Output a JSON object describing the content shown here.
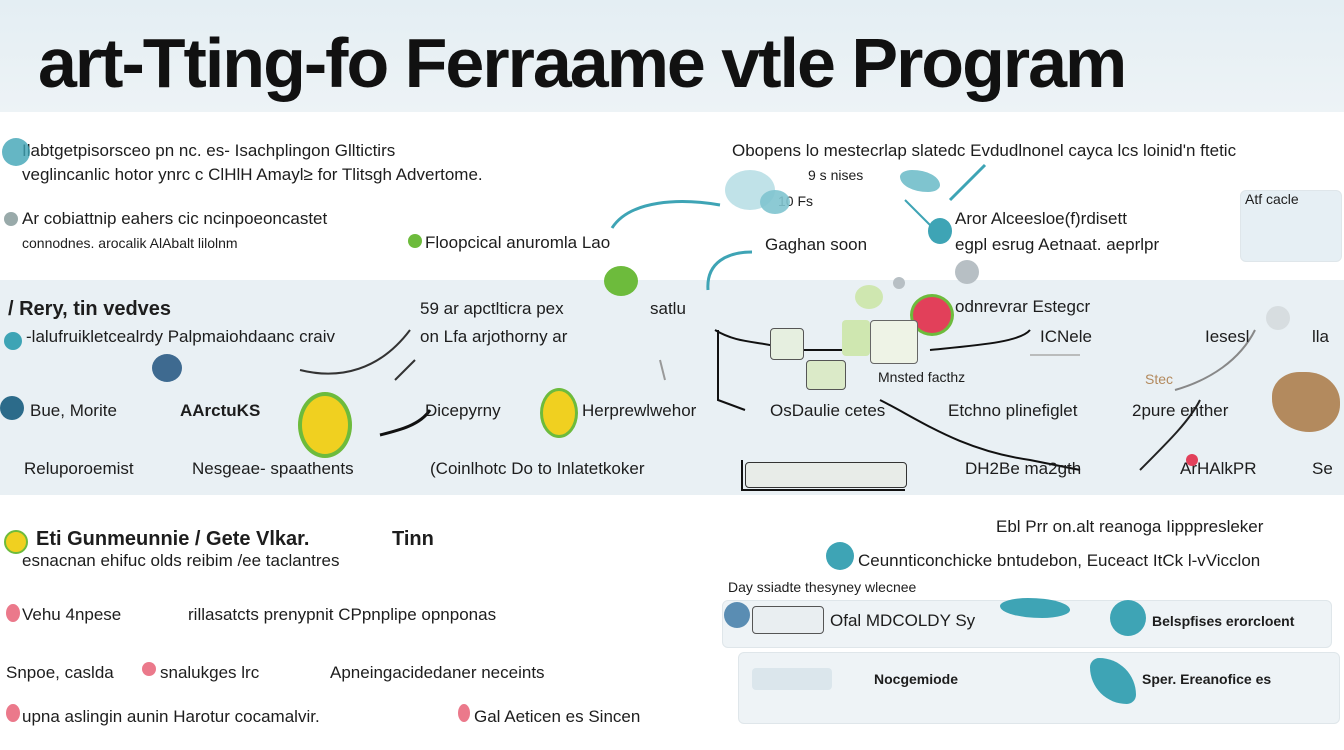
{
  "title": "art-Tting-fo Ferraame vtle Program",
  "band1": {
    "lines": [
      "Ilabtgetpisorsceo pn nc. es- Isachplingon Glltictirs",
      "veglincanlic hotor ynrc c ClHlH Amayl≥ for Tlitsgh Advertome.",
      "Ar cobiattnip eahers cic ncinpoeoncastet",
      "connodnes. arocalik AlAbalt lilolnm",
      "Floopcical anuromla Lao",
      "Obopens lo mestecrlap slatedc Evdudlnonel cayca lcs loinid'n ftetic",
      "9 s nises",
      "10 Fs",
      "Gaghan soon",
      "Aror Alceesloe(f)rdisett",
      "egpl esrug Aetnaat. aeprlpr",
      "Atf cacle"
    ]
  },
  "band2": {
    "lines": [
      "/ Rery, tin vedves",
      "-lalufruikletcealrdy Palpmaiohdaanc craiv",
      "59 ar apctlticra pex",
      "satlu",
      "on Lfa arjothorny ar",
      "odnrevrar Estegcr",
      "ICNele",
      "Iesesl",
      "lla",
      "Mnsted facthz",
      "Stec",
      "Bue, Morite",
      "AArctuKS",
      "Dicepyrny",
      "Herprewlwehor",
      "OsDaulie cetes",
      "Etchno plinefiglet",
      "2pure enther",
      "Reluporoemist",
      "Nesgeae- spaathents",
      "(Coinlhotc Do to Inlatetkoker",
      "DH2Be ma2gth",
      "ArHAlkPR",
      "Se"
    ]
  },
  "band3": {
    "lines": [
      "Eti Gunmeunnie / Gete Vlkar.",
      "Tinn",
      "esnacnan ehifuc olds reibim /ee taclantres",
      "Vehu 4npese",
      "rillasatcts prenypnit CPpnplipe opnponas",
      "Snpoe, caslda",
      "snalukges lrc",
      "Apneingacidedaner neceints",
      "upna aslingin aunin Harotur cocamalvir.",
      "Gal Aeticen es Sincen",
      "Ebl Prr on.alt reanoga Iipppresleker",
      "Ceunnticonchicke bntudebon, Euceact ItCk l-vVicclon",
      "Day ssiadte thesyney wlecnee",
      "Ofal MDCOLDY Sy",
      "Belspfises erorcloent",
      "Nocgemiode",
      "Sper. Ereanofice es"
    ]
  },
  "colors": {
    "teal": "#3ea4b5",
    "green": "#6dbb3c",
    "red": "#e2405a",
    "yellow": "#f0d020",
    "brown": "#b38a5e"
  }
}
